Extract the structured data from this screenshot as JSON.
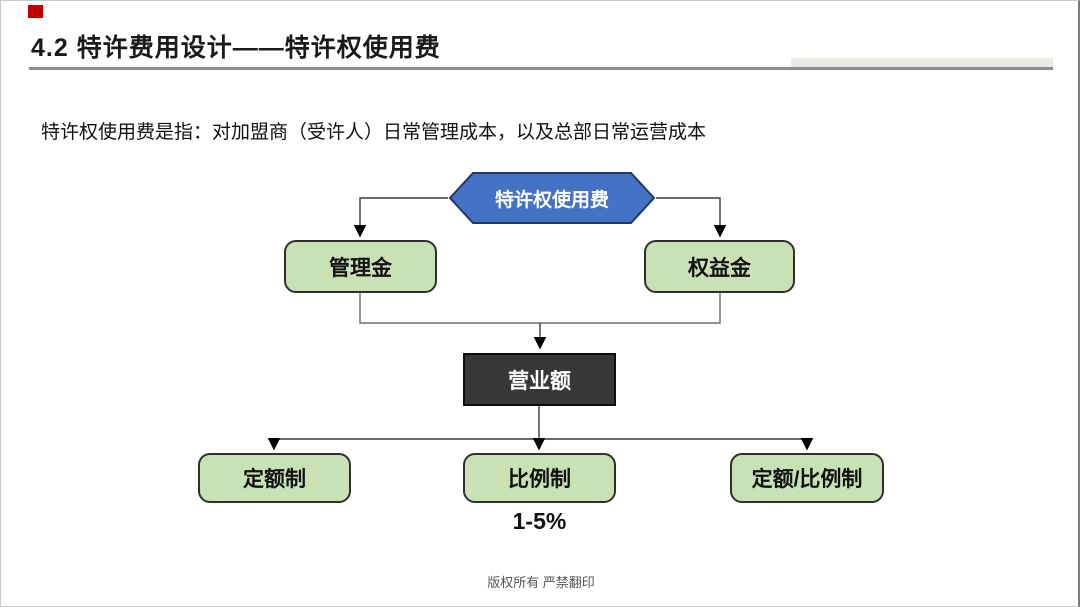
{
  "slide": {
    "title": "4.2  特许费用设计——特许权使用费",
    "description": "特许权使用费是指：对加盟商（受许人）日常管理成本，以及总部日常运营成本",
    "footer": "版权所有  严禁翻印"
  },
  "diagram": {
    "root": {
      "label": "特许权使用费",
      "shape": "hexagon"
    },
    "level1": [
      {
        "label": "管理金"
      },
      {
        "label": "权益金"
      }
    ],
    "middle": {
      "label": "营业额"
    },
    "level2": [
      {
        "label": "定额制"
      },
      {
        "label": "比例制"
      },
      {
        "label": "定额/比例制"
      }
    ],
    "rate_note": "1-5%"
  },
  "colors": {
    "accent_red": "#c00000",
    "hexagon_fill": "#4472c4",
    "hexagon_border": "#1f3864",
    "green_fill": "#c8e2b6",
    "green_border": "#2f2f2f",
    "dark_fill": "#373737",
    "underline_gray": "#8c8c8c",
    "footer_gray": "#565656"
  }
}
